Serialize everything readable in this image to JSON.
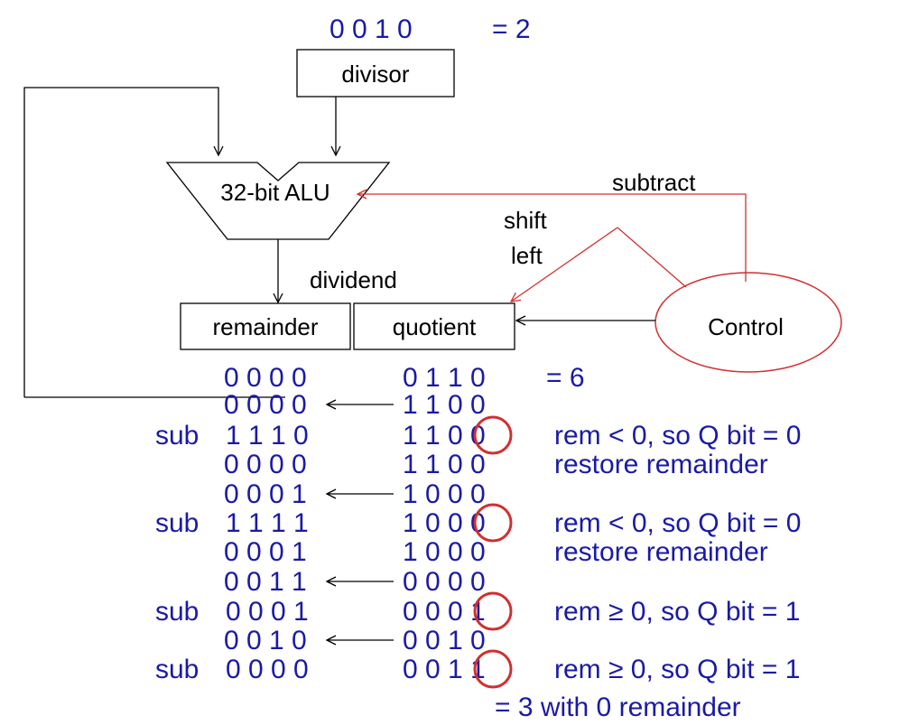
{
  "header": {
    "divisor_bits": "0 0 1 0",
    "divisor_value": "= 2"
  },
  "blocks": {
    "divisor": "divisor",
    "alu": "32-bit ALU",
    "remainder": "remainder",
    "quotient": "quotient",
    "control": "Control",
    "dividend": "dividend"
  },
  "signals": {
    "subtract": "subtract",
    "shift": "shift",
    "left": "left"
  },
  "initial": {
    "remainder": "0 0 0 0",
    "quotient": "0 1 1 0",
    "value": "= 6"
  },
  "rows": [
    {
      "prefix": "",
      "rem": "0 0 0 0",
      "quo": "1 1 0 0",
      "note": "",
      "shift_arrow": true,
      "circle": false
    },
    {
      "prefix": "sub",
      "rem": "1 1 1 0",
      "quo": "1 1 0 0",
      "note": "rem < 0, so Q bit = 0",
      "shift_arrow": false,
      "circle": true
    },
    {
      "prefix": "",
      "rem": "0 0 0 0",
      "quo": "1 1 0 0",
      "note": "restore remainder",
      "shift_arrow": false,
      "circle": false
    },
    {
      "prefix": "",
      "rem": "0 0 0 1",
      "quo": "1 0 0 0",
      "note": "",
      "shift_arrow": true,
      "circle": false
    },
    {
      "prefix": "sub",
      "rem": "1 1 1 1",
      "quo": "1 0 0 0",
      "note": "rem < 0, so Q bit = 0",
      "shift_arrow": false,
      "circle": true
    },
    {
      "prefix": "",
      "rem": "0 0 0 1",
      "quo": "1 0 0 0",
      "note": "restore remainder",
      "shift_arrow": false,
      "circle": false
    },
    {
      "prefix": "",
      "rem": "0 0 1 1",
      "quo": "0 0 0 0",
      "note": "",
      "shift_arrow": true,
      "circle": false
    },
    {
      "prefix": "sub",
      "rem": "0 0 0 1",
      "quo": "0 0 0 1",
      "note": "rem ≥ 0, so Q bit = 1",
      "shift_arrow": false,
      "circle": true
    },
    {
      "prefix": "",
      "rem": "0 0 1 0",
      "quo": "0 0 1 0",
      "note": "",
      "shift_arrow": true,
      "circle": false
    },
    {
      "prefix": "sub",
      "rem": "0 0 0 0",
      "quo": "0 0 1 1",
      "note": "rem ≥ 0, so Q bit = 1",
      "shift_arrow": false,
      "circle": true
    }
  ],
  "result": "= 3 with 0 remainder",
  "colors": {
    "text_blue": "#1a1aa6",
    "red": "#d03030",
    "black": "#000000"
  }
}
